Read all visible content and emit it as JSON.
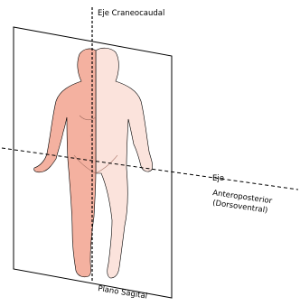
{
  "labels": {
    "vertical_axis": "Eje Craneocaudal",
    "horizontal_axis_line1": "Eje",
    "horizontal_axis_line2": "Anteroposterior",
    "horizontal_axis_line3": "(Dorsoventral)",
    "plane": "Plano Sagital"
  },
  "colors": {
    "left_half_skin": "#f4b1a0",
    "right_half_skin": "#fbe3dc",
    "outline": "#000000",
    "plane_fill": "#ffffff"
  }
}
